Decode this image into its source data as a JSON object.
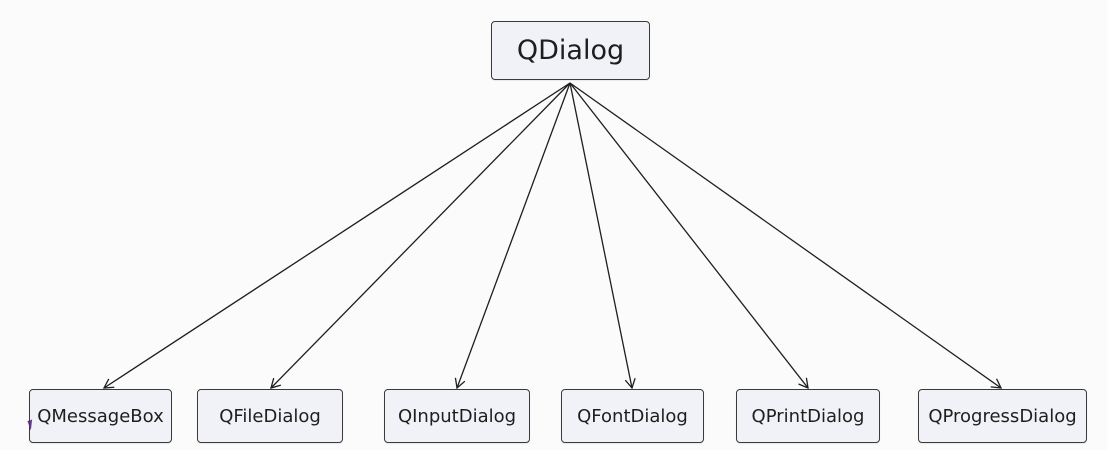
{
  "diagram": {
    "root": {
      "label": "QDialog"
    },
    "children": [
      {
        "label": "QMessageBox"
      },
      {
        "label": "QFileDialog"
      },
      {
        "label": "QInputDialog"
      },
      {
        "label": "QFontDialog"
      },
      {
        "label": "QPrintDialog"
      },
      {
        "label": "QProgressDialog"
      }
    ],
    "colors": {
      "node_fill": "#f1f2f7",
      "node_border": "#3a3a3a",
      "edge": "#1e1e1e",
      "background": "#fbfbfb"
    }
  }
}
